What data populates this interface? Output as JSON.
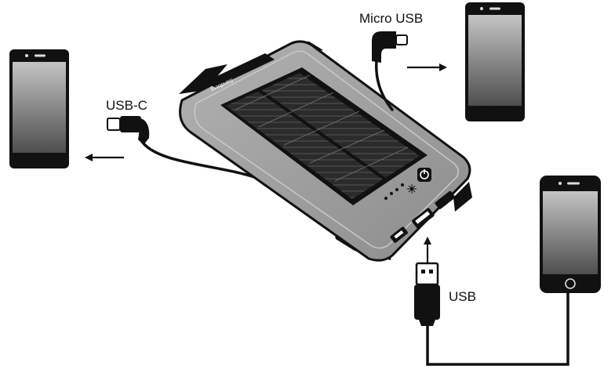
{
  "labels": {
    "usb_c": "USB-C",
    "micro_usb": "Micro USB",
    "usb": "USB",
    "brand": "Sandberg"
  },
  "colors": {
    "ink": "#111111",
    "device_body": "#9a9a9a",
    "solar_panel": "#2a2a2a",
    "screen_top": "#bdbdbd",
    "screen_bottom": "#5a5a5a"
  },
  "icons": {
    "power_button": "power-icon",
    "flashlight": "sun-icon",
    "arrows": [
      "arrow-left-icon",
      "arrow-right-icon",
      "arrow-up-icon"
    ]
  }
}
